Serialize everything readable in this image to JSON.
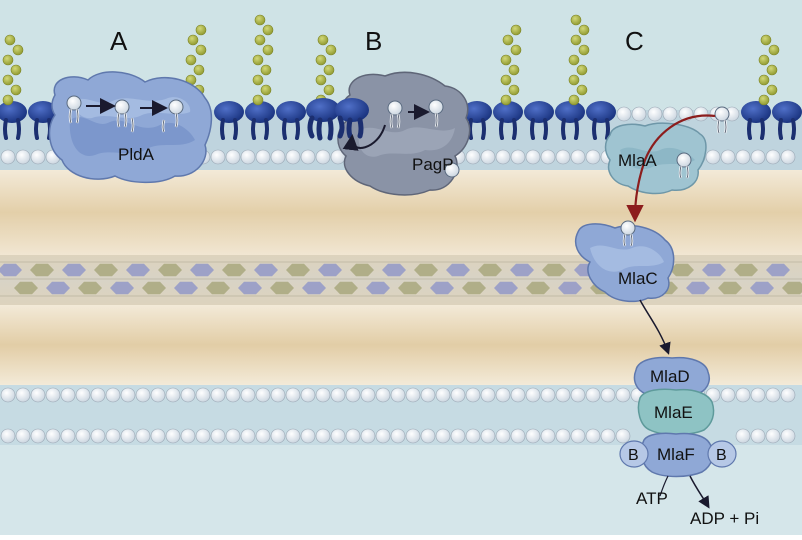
{
  "panels": {
    "a": "A",
    "b": "B",
    "c": "C"
  },
  "proteins": {
    "plda": "PldA",
    "pagp": "PagP",
    "mlaa": "MlaA",
    "mlac": "MlaC",
    "mlad": "MlaD",
    "mlae": "MlaE",
    "mlaf": "MlaF",
    "mlab_left": "B",
    "mlab_right": "B"
  },
  "reaction": {
    "atp": "ATP",
    "products": "ADP + Pi"
  },
  "colors": {
    "periplasm": "#e9dcc3",
    "outer_background": "#cfe3e6",
    "lps_head": "#1f3a93",
    "lps_chain": "#a9b33e",
    "phospholipid_head": "#f2f5f8",
    "protein_blue": "#8fa8d6",
    "protein_gray": "#8a93a6",
    "mlae_teal": "#8ec3c4",
    "arrow_red": "#8c1d1d",
    "peptidoglycan_purple": "#7c86c9",
    "peptidoglycan_olive": "#9a9968"
  }
}
